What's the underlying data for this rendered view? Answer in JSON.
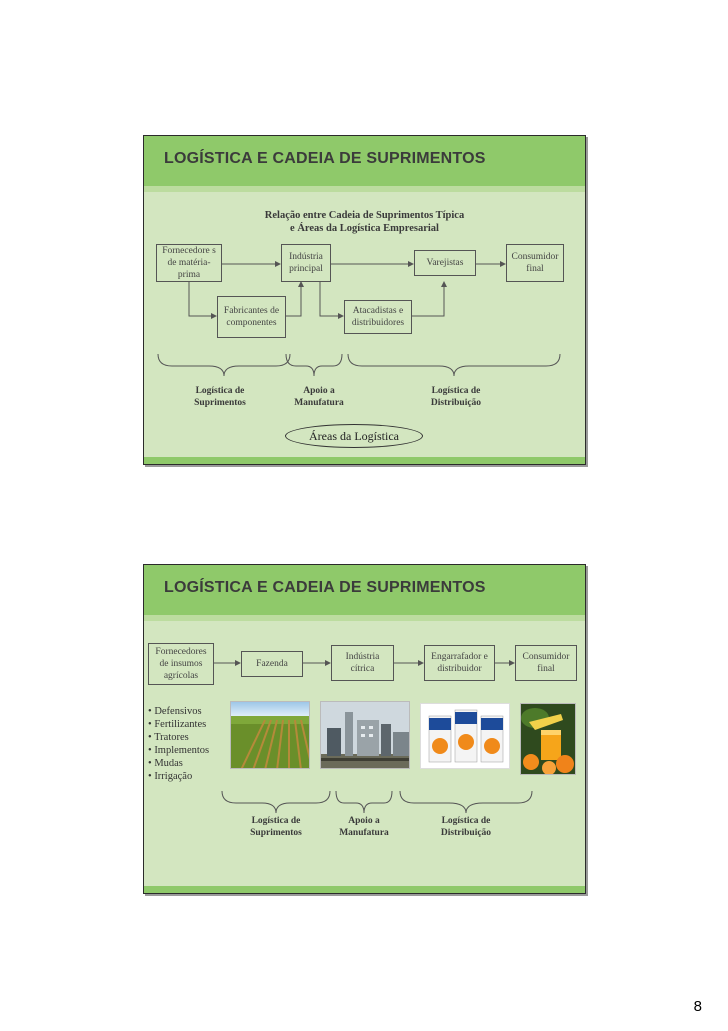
{
  "slide1": {
    "title": "LOGÍSTICA E CADEIA DE SUPRIMENTOS",
    "diagram_title_line1": "Relação entre Cadeia de Suprimentos Típica",
    "diagram_title_line2": "e Áreas da Logística Empresarial",
    "boxes": {
      "fornecedores": "Fornecedore s de matéria- prima",
      "industria": "Indústria principal",
      "varejistas": "Varejistas",
      "consumidor": "Consumidor final",
      "fabricantes": "Fabricantes de componentes",
      "atacadistas": "Atacadistas e distribuidores"
    },
    "areas": {
      "suprimentos": "Logística de Suprimentos",
      "manufatura": "Apoio a Manufatura",
      "distribuicao": "Logística de Distribuição"
    },
    "oval_label": "Áreas da Logística"
  },
  "slide2": {
    "title": "LOGÍSTICA E CADEIA DE SUPRIMENTOS",
    "boxes": {
      "fornecedores": "Fornecedores de insumos agrícolas",
      "fazenda": "Fazenda",
      "industria": "Indústria cítrica",
      "engarrafador": "Engarrafador e distribuidor",
      "consumidor": "Consumidor final"
    },
    "bullets": [
      "Defensivos",
      "Fertilizantes",
      "Tratores",
      "Implementos",
      "Mudas",
      "Irrigação"
    ],
    "areas": {
      "suprimentos": "Logística de Suprimentos",
      "manufatura": "Apoio a Manufatura",
      "distribuicao": "Logística de Distribuição"
    }
  },
  "page_number": "8"
}
